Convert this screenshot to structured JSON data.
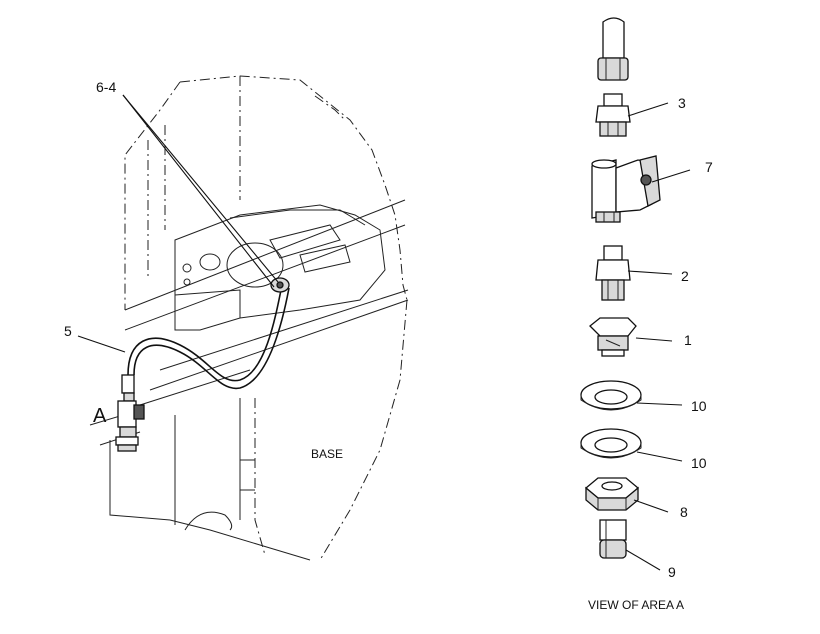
{
  "callouts": {
    "c6_4": "6-4",
    "c5": "5",
    "cA": "A",
    "base": "BASE",
    "c3": "3",
    "c7": "7",
    "c2": "2",
    "c1": "1",
    "c10a": "10",
    "c10b": "10",
    "c8": "8",
    "c9": "9",
    "view": "VIEW OF AREA  A"
  }
}
